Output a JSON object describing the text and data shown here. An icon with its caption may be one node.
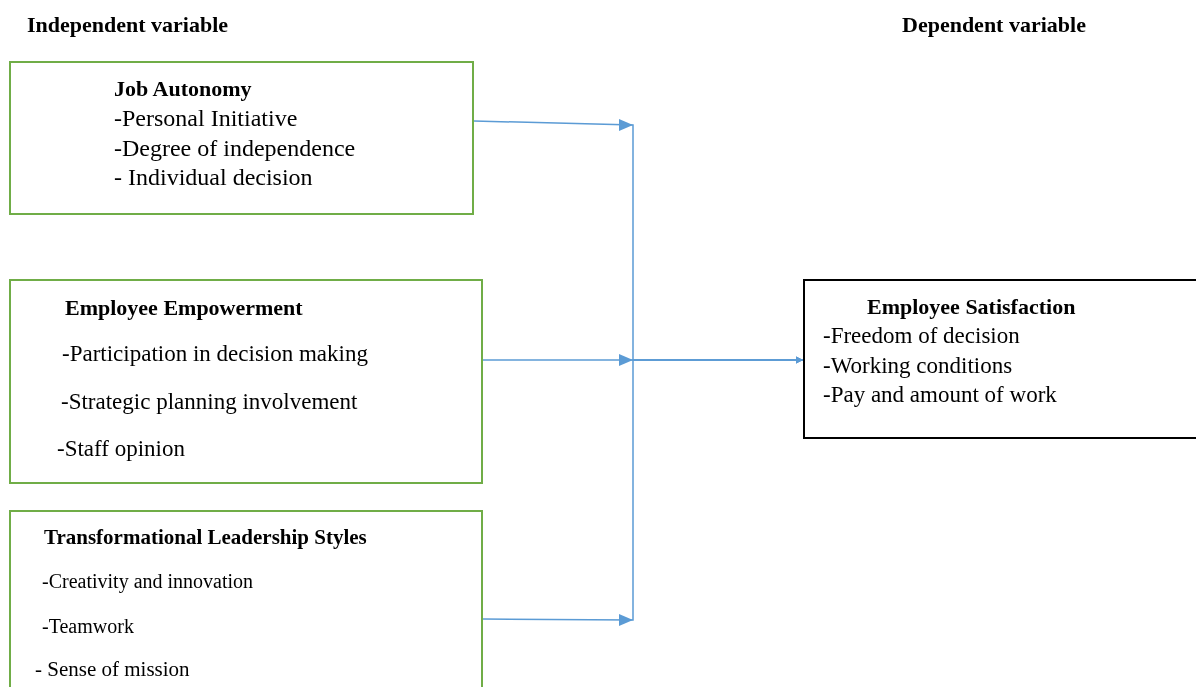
{
  "diagram": {
    "nodes": [
      {
        "text": [
          "Job Autonomy",
          "-Personal Initiative",
          "-Degree of independence",
          "- Individual decision"
        ]
      },
      {
        "text": [
          "Employee Empowerment",
          "-Participation in decision making",
          "-Strategic planning involvement",
          "-Staff opinion"
        ]
      },
      {
        "text": [
          "Transformational Leadership Styles",
          "-Creativity and innovation",
          "-Teamwork",
          "- Sense of mission"
        ]
      },
      {
        "text": [
          "Employee Satisfaction",
          "-Freedom of decision",
          "-Working conditions",
          "-Pay and amount of work"
        ]
      }
    ],
    "edges": [
      {
        "from": 0,
        "to": 3,
        "arrow": "to"
      },
      {
        "from": 1,
        "to": 3,
        "arrow": "to"
      },
      {
        "from": 2,
        "to": 3,
        "arrow": "to"
      }
    ],
    "labels": [
      "Independent variable",
      "Dependent variable"
    ]
  }
}
